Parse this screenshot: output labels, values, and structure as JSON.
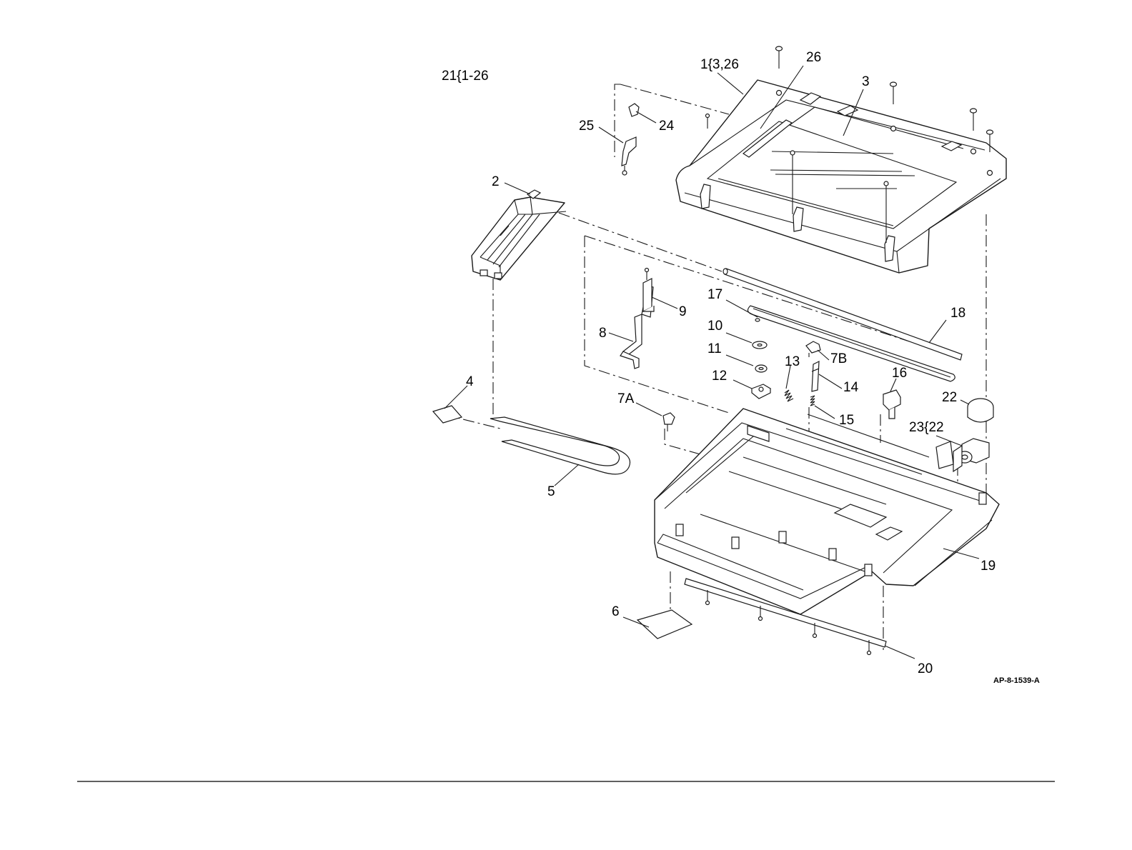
{
  "figure": {
    "reference": "AP-8-1539-A",
    "callouts": [
      {
        "id": "c-21",
        "text": "21{1-26"
      },
      {
        "id": "c-1",
        "text": "1{3,26"
      },
      {
        "id": "c-26",
        "text": "26"
      },
      {
        "id": "c-3",
        "text": "3"
      },
      {
        "id": "c-25",
        "text": "25"
      },
      {
        "id": "c-24",
        "text": "24"
      },
      {
        "id": "c-2",
        "text": "2"
      },
      {
        "id": "c-17",
        "text": "17"
      },
      {
        "id": "c-18",
        "text": "18"
      },
      {
        "id": "c-9",
        "text": "9"
      },
      {
        "id": "c-10",
        "text": "10"
      },
      {
        "id": "c-8",
        "text": "8"
      },
      {
        "id": "c-11",
        "text": "11"
      },
      {
        "id": "c-7B",
        "text": "7B"
      },
      {
        "id": "c-13",
        "text": "13"
      },
      {
        "id": "c-12",
        "text": "12"
      },
      {
        "id": "c-14",
        "text": "14"
      },
      {
        "id": "c-16",
        "text": "16"
      },
      {
        "id": "c-4",
        "text": "4"
      },
      {
        "id": "c-7A",
        "text": "7A"
      },
      {
        "id": "c-22",
        "text": "22"
      },
      {
        "id": "c-15",
        "text": "15"
      },
      {
        "id": "c-23",
        "text": "23{22"
      },
      {
        "id": "c-5",
        "text": "5"
      },
      {
        "id": "c-19",
        "text": "19"
      },
      {
        "id": "c-6",
        "text": "6"
      },
      {
        "id": "c-20",
        "text": "20"
      }
    ]
  }
}
